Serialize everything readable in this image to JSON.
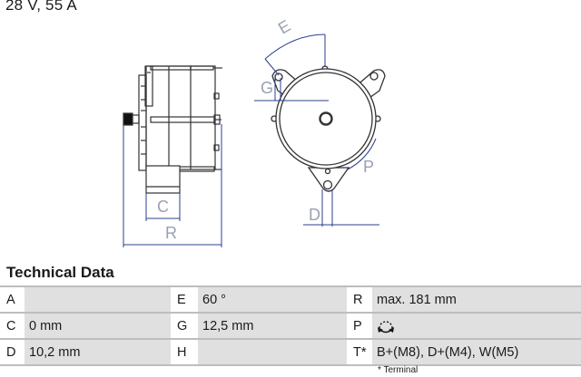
{
  "header": {
    "title": "28 V, 55 A"
  },
  "drawing": {
    "dimension_labels": {
      "E": "E",
      "G": "G",
      "P": "P",
      "D": "D",
      "C": "C",
      "R": "R"
    },
    "line_color": "#2b3f8f",
    "label_color": "#9aa0b4"
  },
  "technical_data": {
    "heading": "Technical Data",
    "rows": [
      {
        "c1_label": "A",
        "c1_value": "",
        "c2_label": "E",
        "c2_value": "60 °",
        "c3_label": "R",
        "c3_value": "max. 181 mm"
      },
      {
        "c1_label": "C",
        "c1_value": "0 mm",
        "c2_label": "G",
        "c2_value": "12,5 mm",
        "c3_label": "P",
        "c3_value": "rotation-both-directions-icon"
      },
      {
        "c1_label": "D",
        "c1_value": "10,2 mm",
        "c2_label": "H",
        "c2_value": "",
        "c3_label": "T*",
        "c3_value": "B+(M8), D+(M4), W(M5)"
      }
    ],
    "footnote": "* Terminal"
  }
}
